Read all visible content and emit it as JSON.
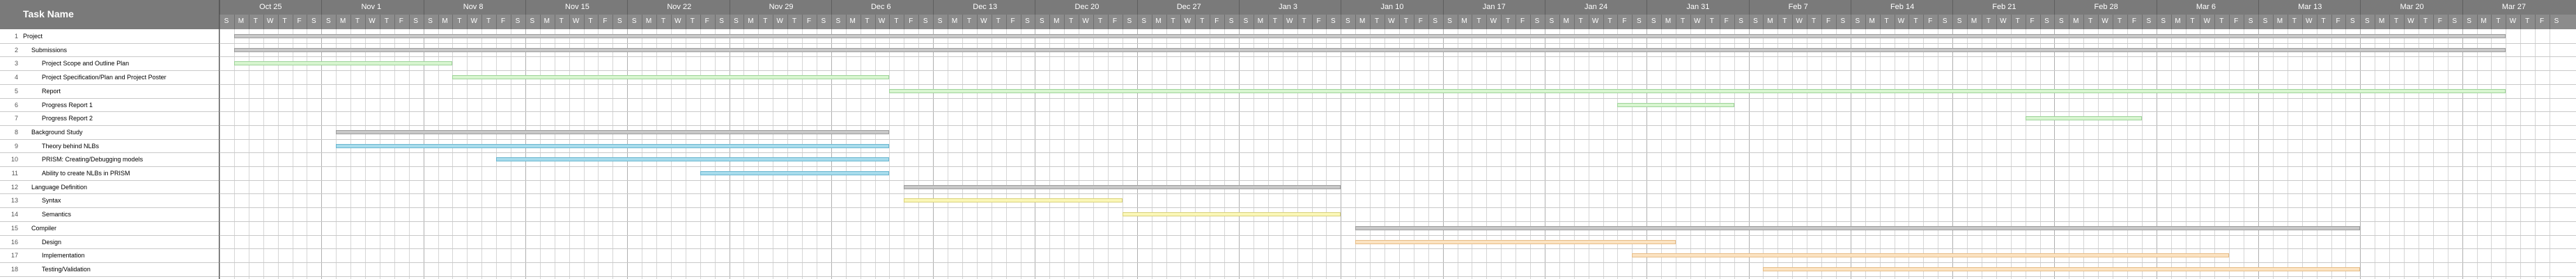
{
  "header": {
    "task_name_label": "Task Name"
  },
  "timeline": {
    "day_letters": [
      "S",
      "M",
      "T",
      "W",
      "T",
      "F",
      "S"
    ],
    "weeks": [
      "Oct 25",
      "Nov 1",
      "Nov 8",
      "Nov 15",
      "Nov 22",
      "Nov 29",
      "Dec 6",
      "Dec 13",
      "Dec 20",
      "Dec 27",
      "Jan 3",
      "Jan 10",
      "Jan 17",
      "Jan 24",
      "Jan 31",
      "Feb 7",
      "Feb 14",
      "Feb 21",
      "Feb 28",
      "Mar 6",
      "Mar 13",
      "Mar 20",
      "Mar 27"
    ]
  },
  "tasks": [
    {
      "num": "1",
      "name": "Project",
      "level": 0,
      "type": "summary",
      "start": 1,
      "end": 157
    },
    {
      "num": "2",
      "name": "Submissions",
      "level": 1,
      "type": "summary",
      "start": 1,
      "end": 157
    },
    {
      "num": "3",
      "name": "Project Scope and Outline Plan",
      "level": 2,
      "type": "green",
      "start": 1,
      "end": 16
    },
    {
      "num": "4",
      "name": "Project Specification/Plan and Project Poster",
      "level": 2,
      "type": "green",
      "start": 16,
      "end": 46
    },
    {
      "num": "5",
      "name": "Report",
      "level": 2,
      "type": "green",
      "start": 46,
      "end": 157
    },
    {
      "num": "6",
      "name": "Progress Report 1",
      "level": 2,
      "type": "green",
      "start": 96,
      "end": 104
    },
    {
      "num": "7",
      "name": "Progress Report 2",
      "level": 2,
      "type": "green",
      "start": 124,
      "end": 132
    },
    {
      "num": "8",
      "name": "Background Study",
      "level": 1,
      "type": "summary",
      "start": 8,
      "end": 46
    },
    {
      "num": "9",
      "name": "Theory behind NLBs",
      "level": 2,
      "type": "blue",
      "start": 8,
      "end": 46
    },
    {
      "num": "10",
      "name": "PRISM: Creating/Debugging models",
      "level": 2,
      "type": "blue",
      "start": 19,
      "end": 46
    },
    {
      "num": "11",
      "name": "Ability to create NLBs in PRISM",
      "level": 2,
      "type": "blue",
      "start": 33,
      "end": 46
    },
    {
      "num": "12",
      "name": "Language Definition",
      "level": 1,
      "type": "summary",
      "start": 47,
      "end": 77
    },
    {
      "num": "13",
      "name": "Syntax",
      "level": 2,
      "type": "yellow",
      "start": 47,
      "end": 62
    },
    {
      "num": "14",
      "name": "Semantics",
      "level": 2,
      "type": "yellow",
      "start": 62,
      "end": 77
    },
    {
      "num": "15",
      "name": "Compiler",
      "level": 1,
      "type": "summary",
      "start": 78,
      "end": 147
    },
    {
      "num": "16",
      "name": "Design",
      "level": 2,
      "type": "orange",
      "start": 78,
      "end": 100
    },
    {
      "num": "17",
      "name": "Implementation",
      "level": 2,
      "type": "orange",
      "start": 97,
      "end": 138
    },
    {
      "num": "18",
      "name": "Testing/Validation",
      "level": 2,
      "type": "orange",
      "start": 106,
      "end": 147
    }
  ]
}
